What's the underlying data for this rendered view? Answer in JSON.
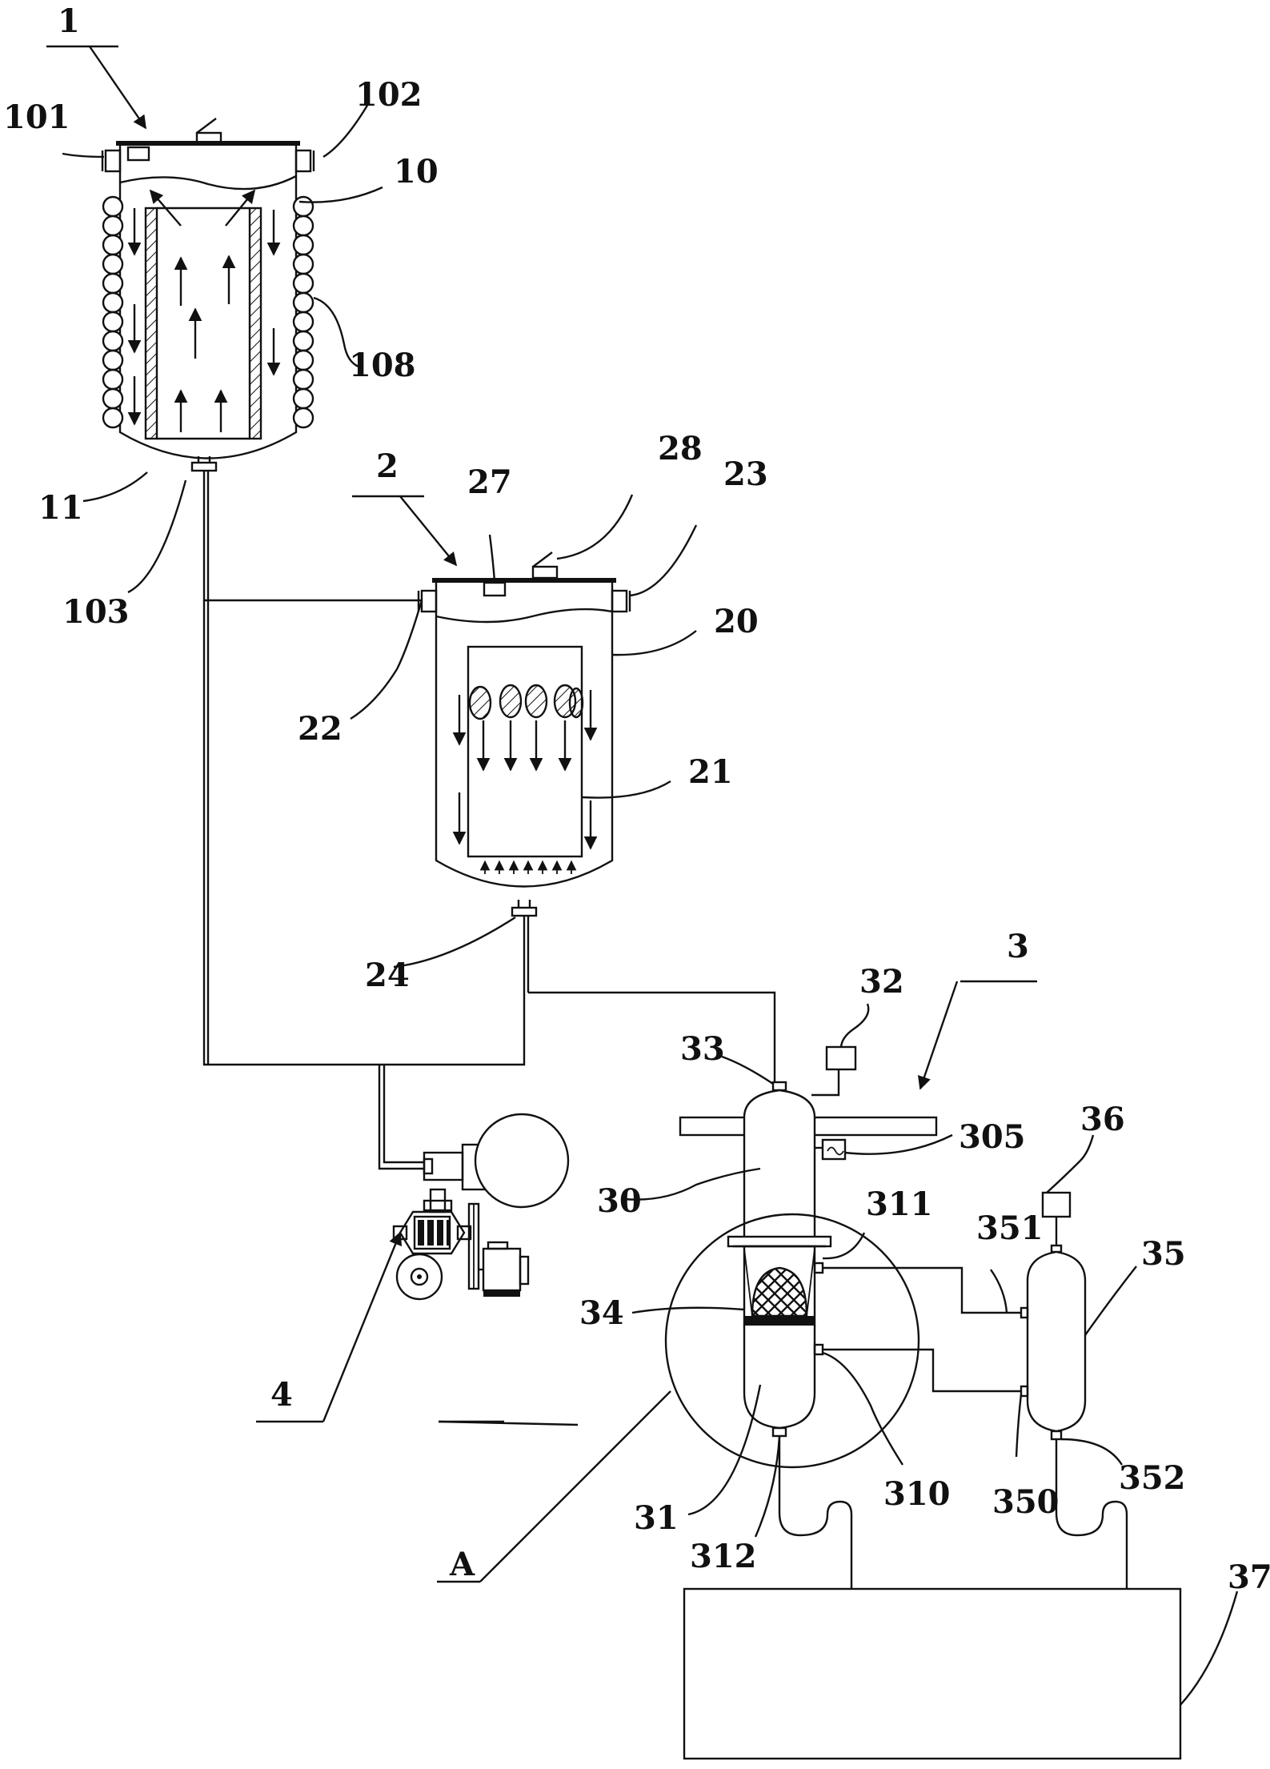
{
  "labels": {
    "l1": "1",
    "l101": "101",
    "l102": "102",
    "l10": "10",
    "l108": "108",
    "l11": "11",
    "l103": "103",
    "l2": "2",
    "l27": "27",
    "l28": "28",
    "l23": "23",
    "l20": "20",
    "l22": "22",
    "l21": "21",
    "l24": "24",
    "l3": "3",
    "l32": "32",
    "l33": "33",
    "l305": "305",
    "l30": "30",
    "l311": "311",
    "l34": "34",
    "l310": "310",
    "l31": "31",
    "l312": "312",
    "l36": "36",
    "l351": "351",
    "l35": "35",
    "l350": "350",
    "l352": "352",
    "l4": "4",
    "lA": "A",
    "l37": "37"
  }
}
